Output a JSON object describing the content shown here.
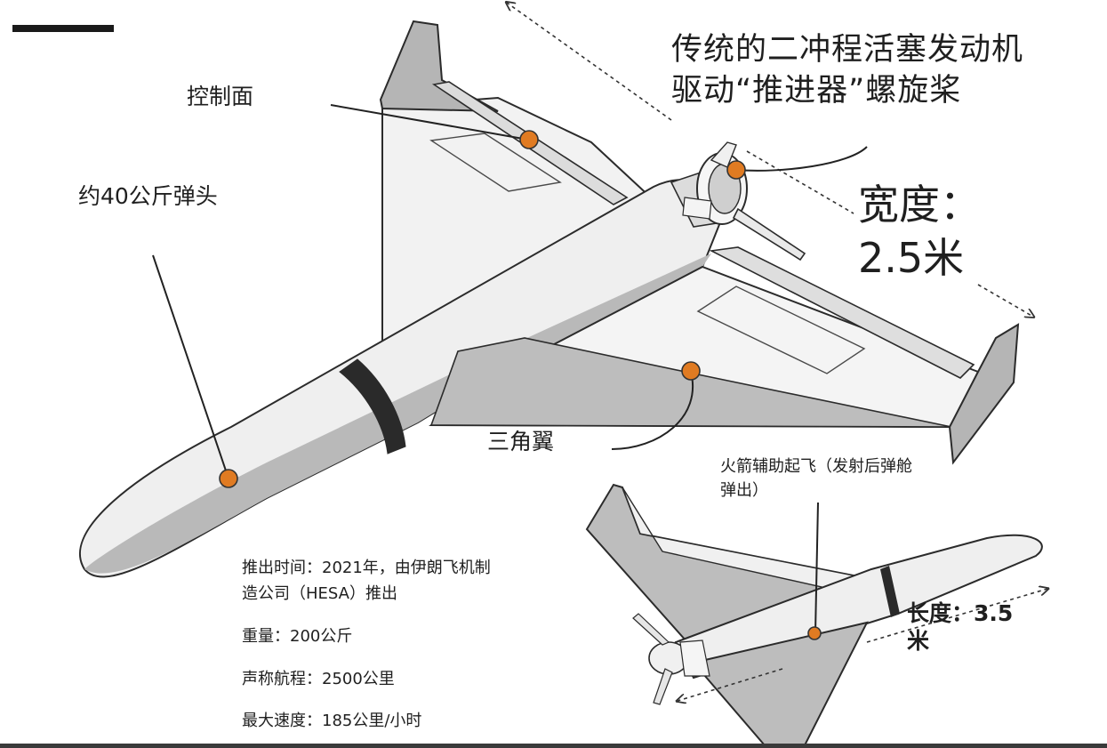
{
  "labels": {
    "engine_line1": "传统的二冲程活塞发动机",
    "engine_line2": "驱动“推进器”螺旋桨",
    "control_surface": "控制面",
    "warhead": "约40公斤弹头",
    "width_title": "宽度：",
    "width_value": "2.5米",
    "delta_wing": "三角翼",
    "rocket_line1": "火箭辅助起飞（发射后弹舱",
    "rocket_line2": "弹出）",
    "length_line1": "长度：3.5",
    "length_line2": "米"
  },
  "specs": {
    "launch_line1": "推出时间：2021年，由伊朗飞机制",
    "launch_line2": "造公司（HESA）推出",
    "weight": "重量：200公斤",
    "range": "声称航程：2500公里",
    "speed": "最大速度：185公里/小时"
  },
  "colors": {
    "marker": "#e07b22",
    "outline": "#2b2b2b",
    "body_light": "#f4f4f4",
    "body_shade": "#b7b7b7",
    "band": "#2a2a2a"
  }
}
